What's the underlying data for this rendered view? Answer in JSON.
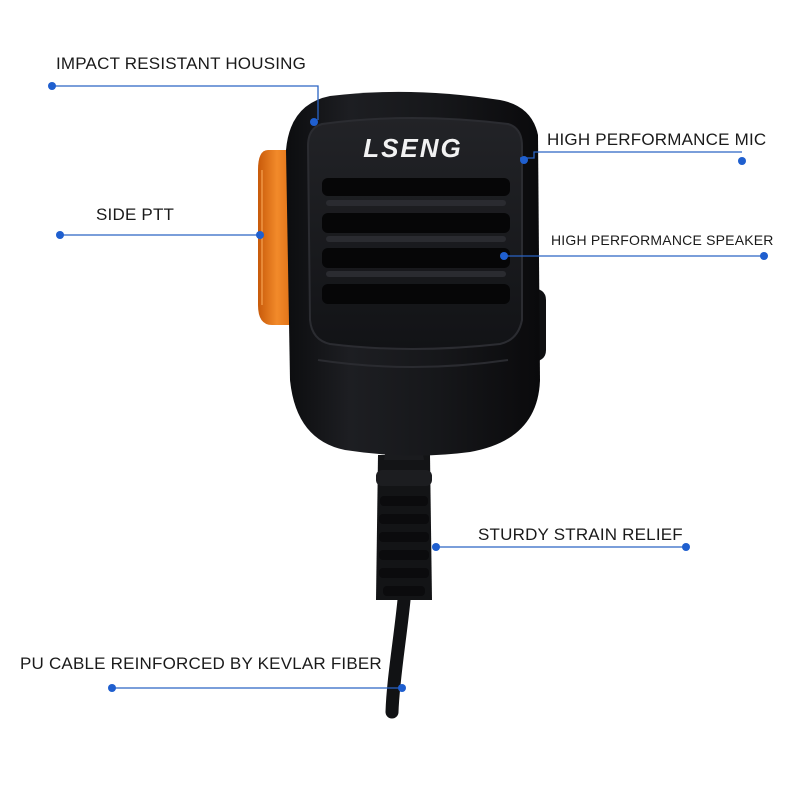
{
  "product": {
    "brand_logo_text": "LSENG"
  },
  "callouts": {
    "housing": "IMPACT RESISTANT HOUSING",
    "ptt": "SIDE PTT",
    "mic": "HIGH PERFORMANCE MIC",
    "speaker": "HIGH PERFORMANCE SPEAKER",
    "strain_relief": "STURDY STRAIN RELIEF",
    "cable": "PU CABLE REINFORCED BY KEVLAR FIBER"
  },
  "colors": {
    "leader_line": "#2a63c4",
    "leader_dot": "#1f5fcf",
    "housing": "#17181b",
    "ptt_button": "#f07a18",
    "logo": "#f2f2f2"
  }
}
